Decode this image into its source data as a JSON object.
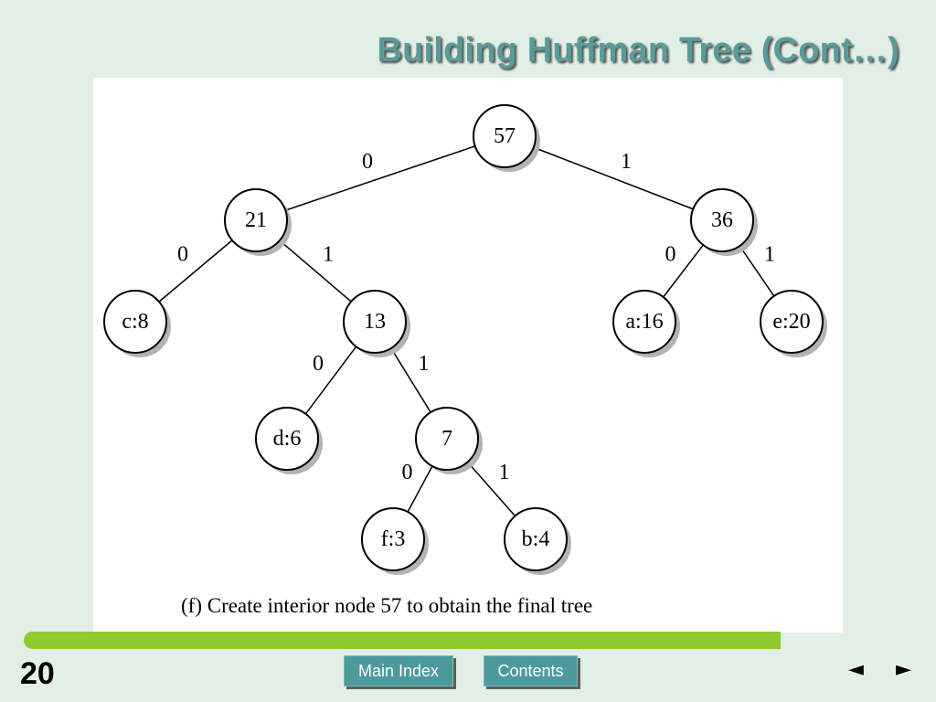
{
  "slide": {
    "title": "Building Huffman Tree (Cont…)",
    "number": "20"
  },
  "tree": {
    "nodes": [
      {
        "id": "root",
        "label": "57"
      },
      {
        "id": "n21",
        "label": "21"
      },
      {
        "id": "n36",
        "label": "36"
      },
      {
        "id": "c",
        "label": "c:8"
      },
      {
        "id": "n13",
        "label": "13"
      },
      {
        "id": "a",
        "label": "a:16"
      },
      {
        "id": "e",
        "label": "e:20"
      },
      {
        "id": "d",
        "label": "d:6"
      },
      {
        "id": "n7",
        "label": "7"
      },
      {
        "id": "f",
        "label": "f:3"
      },
      {
        "id": "b",
        "label": "b:4"
      }
    ],
    "edges": [
      {
        "from": "root",
        "to": "n21",
        "label": "0"
      },
      {
        "from": "root",
        "to": "n36",
        "label": "1"
      },
      {
        "from": "n21",
        "to": "c",
        "label": "0"
      },
      {
        "from": "n21",
        "to": "n13",
        "label": "1"
      },
      {
        "from": "n36",
        "to": "a",
        "label": "0"
      },
      {
        "from": "n36",
        "to": "e",
        "label": "1"
      },
      {
        "from": "n13",
        "to": "d",
        "label": "0"
      },
      {
        "from": "n13",
        "to": "n7",
        "label": "1"
      },
      {
        "from": "n7",
        "to": "f",
        "label": "0"
      },
      {
        "from": "n7",
        "to": "b",
        "label": "1"
      }
    ],
    "caption": "(f) Create interior node 57 to obtain the final tree"
  },
  "nav": {
    "main_index": "Main Index",
    "contents": "Contents",
    "prev_glyph": "◄",
    "next_glyph": "►"
  },
  "colors": {
    "background": "#e2efe6",
    "title": "#5a9a9a",
    "accent_bar": "#90ca2e",
    "button": "#4c9a9b"
  }
}
